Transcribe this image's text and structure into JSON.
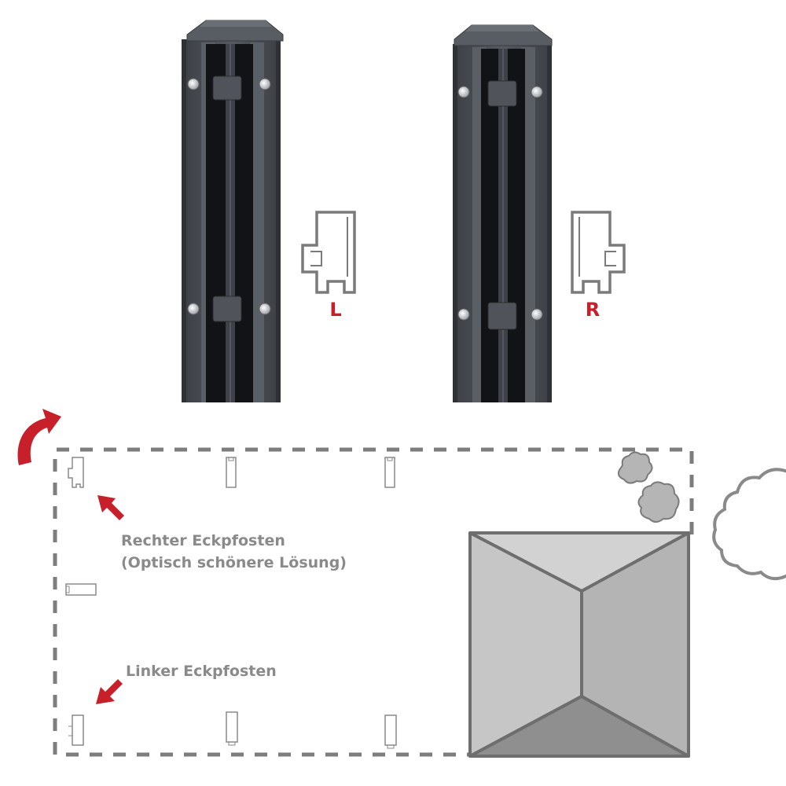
{
  "posts": {
    "left_label": "L",
    "right_label": "R"
  },
  "plan": {
    "right_corner_label": "Rechter Eckpfosten",
    "right_corner_note": "(Optisch schönere Lösung)",
    "left_corner_label": "Linker Eckpfosten"
  },
  "colors": {
    "post_body": "#4a4d53",
    "post_channel": "#121316",
    "accent_red": "#c8202a",
    "annotation_gray": "#8a8a8a",
    "dash_gray": "#7d7d7d",
    "roof_light": "#c9c9c9",
    "roof_mid": "#b3b3b3",
    "roof_dark": "#8f8f8f"
  },
  "icons": {
    "rotate_arrow": "rotate-arrow-icon",
    "pointer_arrow": "pointer-arrow-icon",
    "cloud": "cloud-icon",
    "bush": "bush-icon"
  }
}
